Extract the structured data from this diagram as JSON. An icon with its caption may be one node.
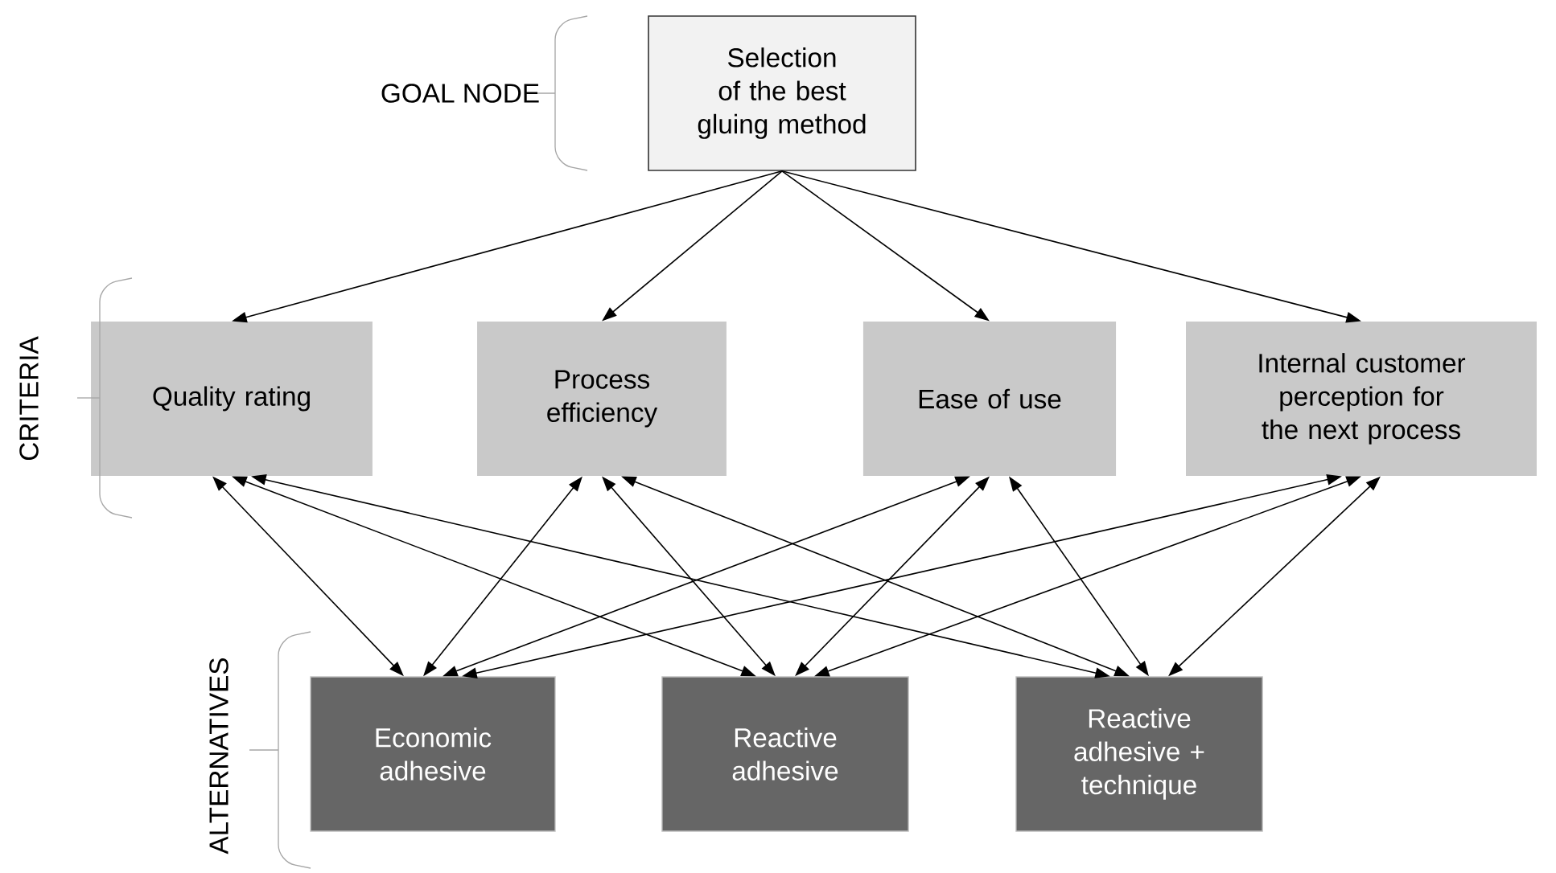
{
  "diagram": {
    "nodes": [
      {
        "text": [
          "Selection of the best gluing method"
        ]
      },
      {
        "text": [
          "Quality rating"
        ]
      },
      {
        "text": [
          "Process efficiency"
        ]
      },
      {
        "text": [
          "Ease of use"
        ]
      },
      {
        "text": [
          "Internal customer perception for the next process"
        ]
      },
      {
        "text": [
          "Economic adhesive"
        ]
      },
      {
        "text": [
          "Reactive adhesive"
        ]
      },
      {
        "text": [
          "Reactive adhesive + technique"
        ]
      }
    ],
    "edges": [
      {
        "from": 0,
        "to": 1,
        "arrow": "to"
      },
      {
        "from": 0,
        "to": 2,
        "arrow": "to"
      },
      {
        "from": 0,
        "to": 3,
        "arrow": "to"
      },
      {
        "from": 0,
        "to": 4,
        "arrow": "to"
      },
      {
        "from": 1,
        "to": 5,
        "arrow": "both"
      },
      {
        "from": 1,
        "to": 6,
        "arrow": "both"
      },
      {
        "from": 1,
        "to": 7,
        "arrow": "both"
      },
      {
        "from": 2,
        "to": 5,
        "arrow": "both"
      },
      {
        "from": 2,
        "to": 6,
        "arrow": "both"
      },
      {
        "from": 2,
        "to": 7,
        "arrow": "both"
      },
      {
        "from": 3,
        "to": 5,
        "arrow": "both"
      },
      {
        "from": 3,
        "to": 6,
        "arrow": "both"
      },
      {
        "from": 3,
        "to": 7,
        "arrow": "both"
      },
      {
        "from": 4,
        "to": 5,
        "arrow": "both"
      },
      {
        "from": 4,
        "to": 6,
        "arrow": "both"
      },
      {
        "from": 4,
        "to": 7,
        "arrow": "both"
      }
    ],
    "labels": [
      "GOAL NODE",
      "CRITERIA",
      "ALTERNATIVES"
    ]
  }
}
